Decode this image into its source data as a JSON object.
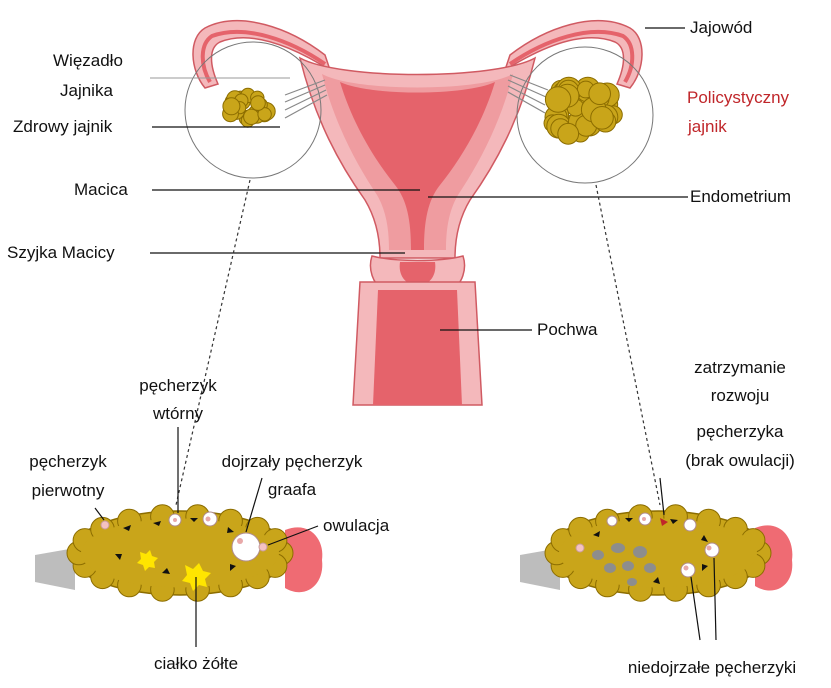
{
  "labels": {
    "ligament_line1": "Więzadło",
    "ligament_line2": "Jajnika",
    "healthy_ovary": "Zdrowy jajnik",
    "uterus": "Macica",
    "cervix": "Szyjka Macicy",
    "fallopian_tube": "Jajowód",
    "pcos_line1": "Policystyczny",
    "pcos_line2": "jajnik",
    "endometrium": "Endometrium",
    "vagina": "Pochwa",
    "secondary_follicle_line1": "pęcherzyk",
    "secondary_follicle_line2": "wtórny",
    "primary_follicle_line1": "pęcherzyk",
    "primary_follicle_line2": "pierwotny",
    "graafian_line1": "dojrzały pęcherzyk",
    "graafian_line2": "graafa",
    "ovulation": "owulacja",
    "corpus_luteum": "ciałko żółte",
    "arrest_line1": "zatrzymanie",
    "arrest_line2": "rozwoju",
    "arrest_line3": "pęcherzyka",
    "arrest_line4": "(brak owulacji)",
    "immature_follicles": "niedojrzałe pęcherzyki"
  },
  "colors": {
    "uterus_outer": "#f4b8bb",
    "uterus_wall": "#ef9ca0",
    "uterus_inner": "#e5636b",
    "ovary": "#c9a51a",
    "ovary_dark": "#8c6d00",
    "pcos_label": "#c0262a",
    "leader_line": "#111111"
  }
}
